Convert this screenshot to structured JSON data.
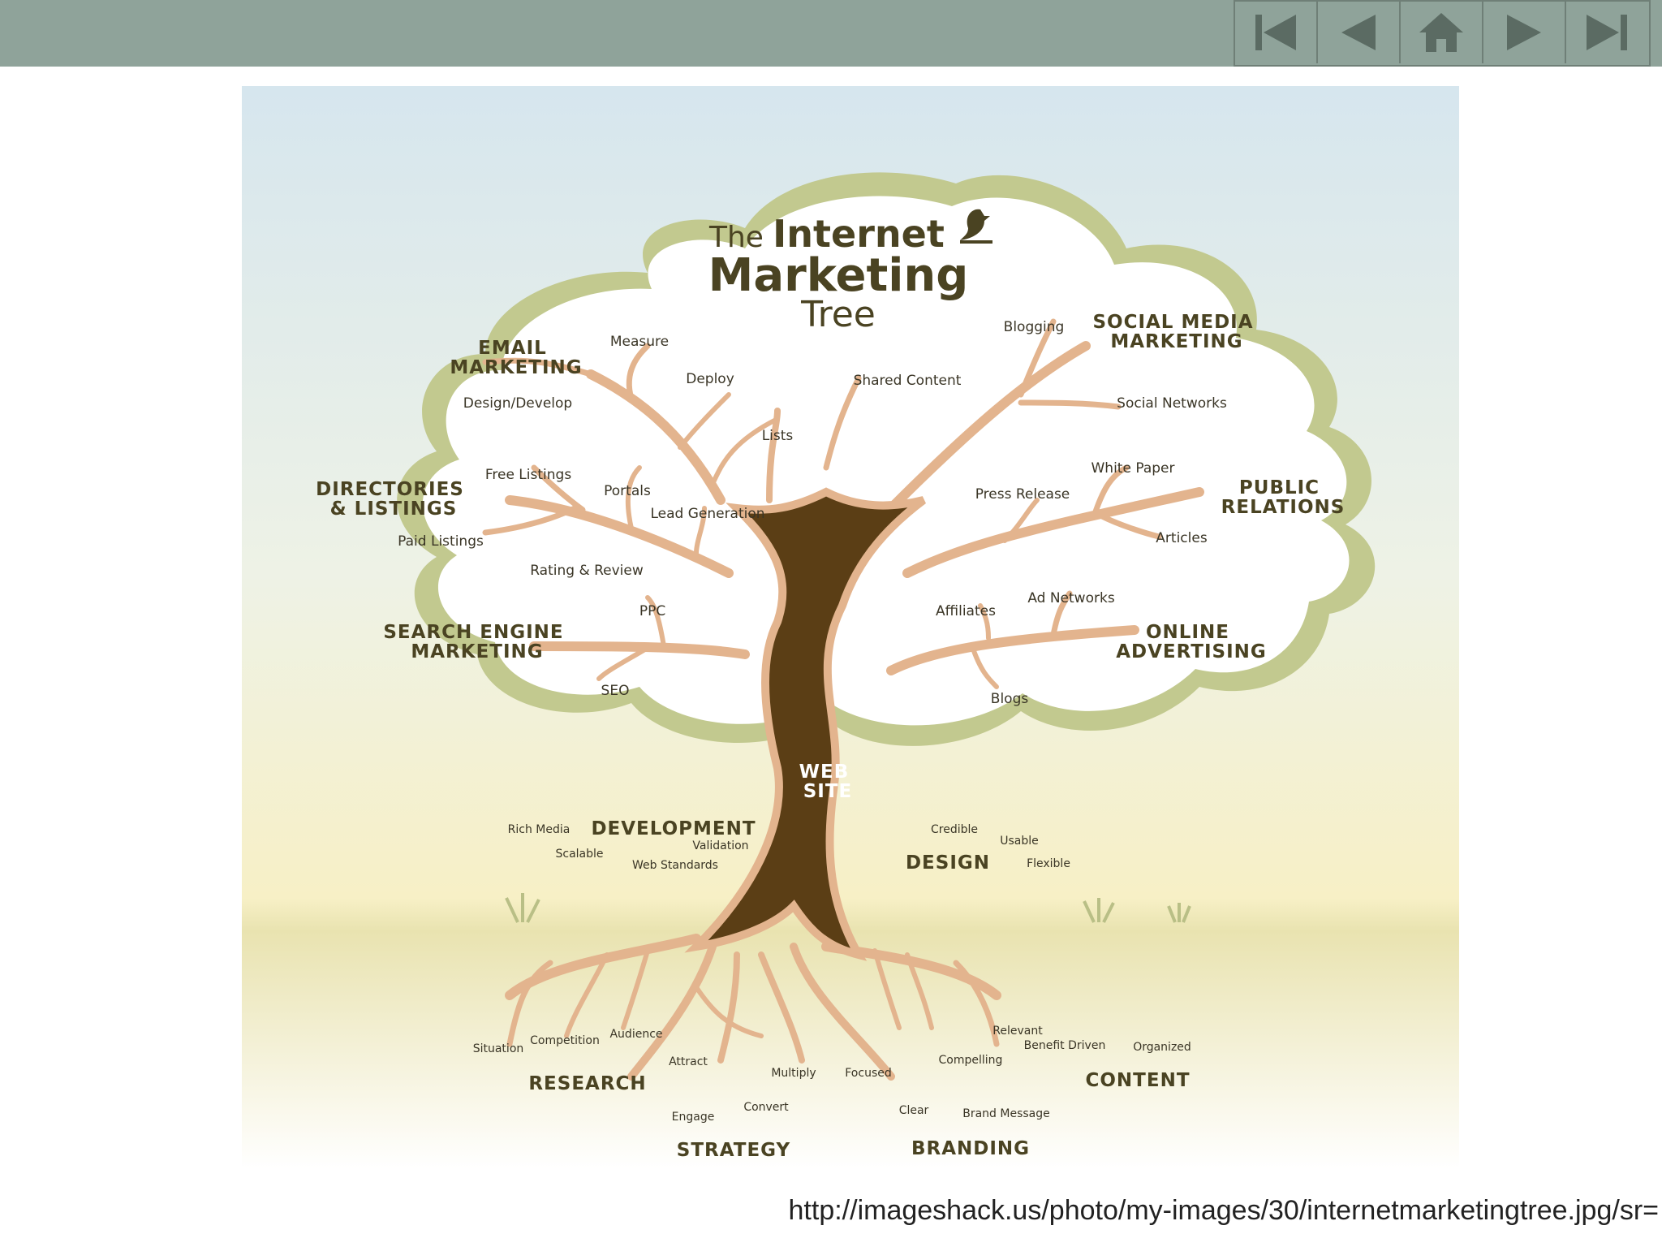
{
  "nav": {
    "first": "first-slide",
    "prev": "previous-slide",
    "home": "home",
    "next": "next-slide",
    "last": "last-slide"
  },
  "title": {
    "line1a": "The",
    "line1b": "Internet",
    "line2": "Marketing",
    "line3": "Tree"
  },
  "branches": {
    "email": {
      "name1": "EMAIL",
      "name2": "MARKETING",
      "items": [
        "Measure",
        "Deploy",
        "Design/Develop",
        "Lists"
      ]
    },
    "directories": {
      "name1": "DIRECTORIES",
      "name2": "& LISTINGS",
      "items": [
        "Free Listings",
        "Portals",
        "Lead Generation",
        "Paid Listings",
        "Rating & Review"
      ]
    },
    "sem": {
      "name1": "SEARCH ENGINE",
      "name2": "MARKETING",
      "items": [
        "PPC",
        "SEO"
      ]
    },
    "social": {
      "name1": "SOCIAL MEDIA",
      "name2": "MARKETING",
      "items": [
        "Blogging",
        "Shared Content",
        "Social Networks"
      ]
    },
    "pr": {
      "name1": "PUBLIC",
      "name2": "RELATIONS",
      "items": [
        "White Paper",
        "Press Release",
        "Articles"
      ]
    },
    "advertising": {
      "name1": "ONLINE",
      "name2": "ADVERTISING",
      "items": [
        "Ad Networks",
        "Affiliates",
        "Blogs"
      ]
    }
  },
  "trunk": {
    "line1": "WEB",
    "line2": "SITE"
  },
  "development": {
    "name": "DEVELOPMENT",
    "items": [
      "Rich Media",
      "Scalable",
      "Validation",
      "Web Standards"
    ]
  },
  "design": {
    "name": "DESIGN",
    "items": [
      "Credible",
      "Usable",
      "Flexible"
    ]
  },
  "roots": {
    "research": {
      "name": "RESEARCH",
      "items": [
        "Situation",
        "Competition",
        "Audience"
      ]
    },
    "strategy": {
      "name": "STRATEGY",
      "items": [
        "Attract",
        "Multiply",
        "Engage",
        "Convert"
      ]
    },
    "branding": {
      "name": "BRANDING",
      "items": [
        "Focused",
        "Compelling",
        "Clear",
        "Brand Message"
      ]
    },
    "content": {
      "name": "CONTENT",
      "items": [
        "Relevant",
        "Benefit Driven",
        "Organized"
      ]
    }
  },
  "source": "http://imageshack.us/photo/my-images/30/internetmarketingtree.jpg/sr=",
  "colors": {
    "topbar": "#8fa39a",
    "trunk": "#5b3e15",
    "branch": "#e3b48e",
    "canopy_edge": "#c2c98f",
    "text": "#4a4322"
  }
}
